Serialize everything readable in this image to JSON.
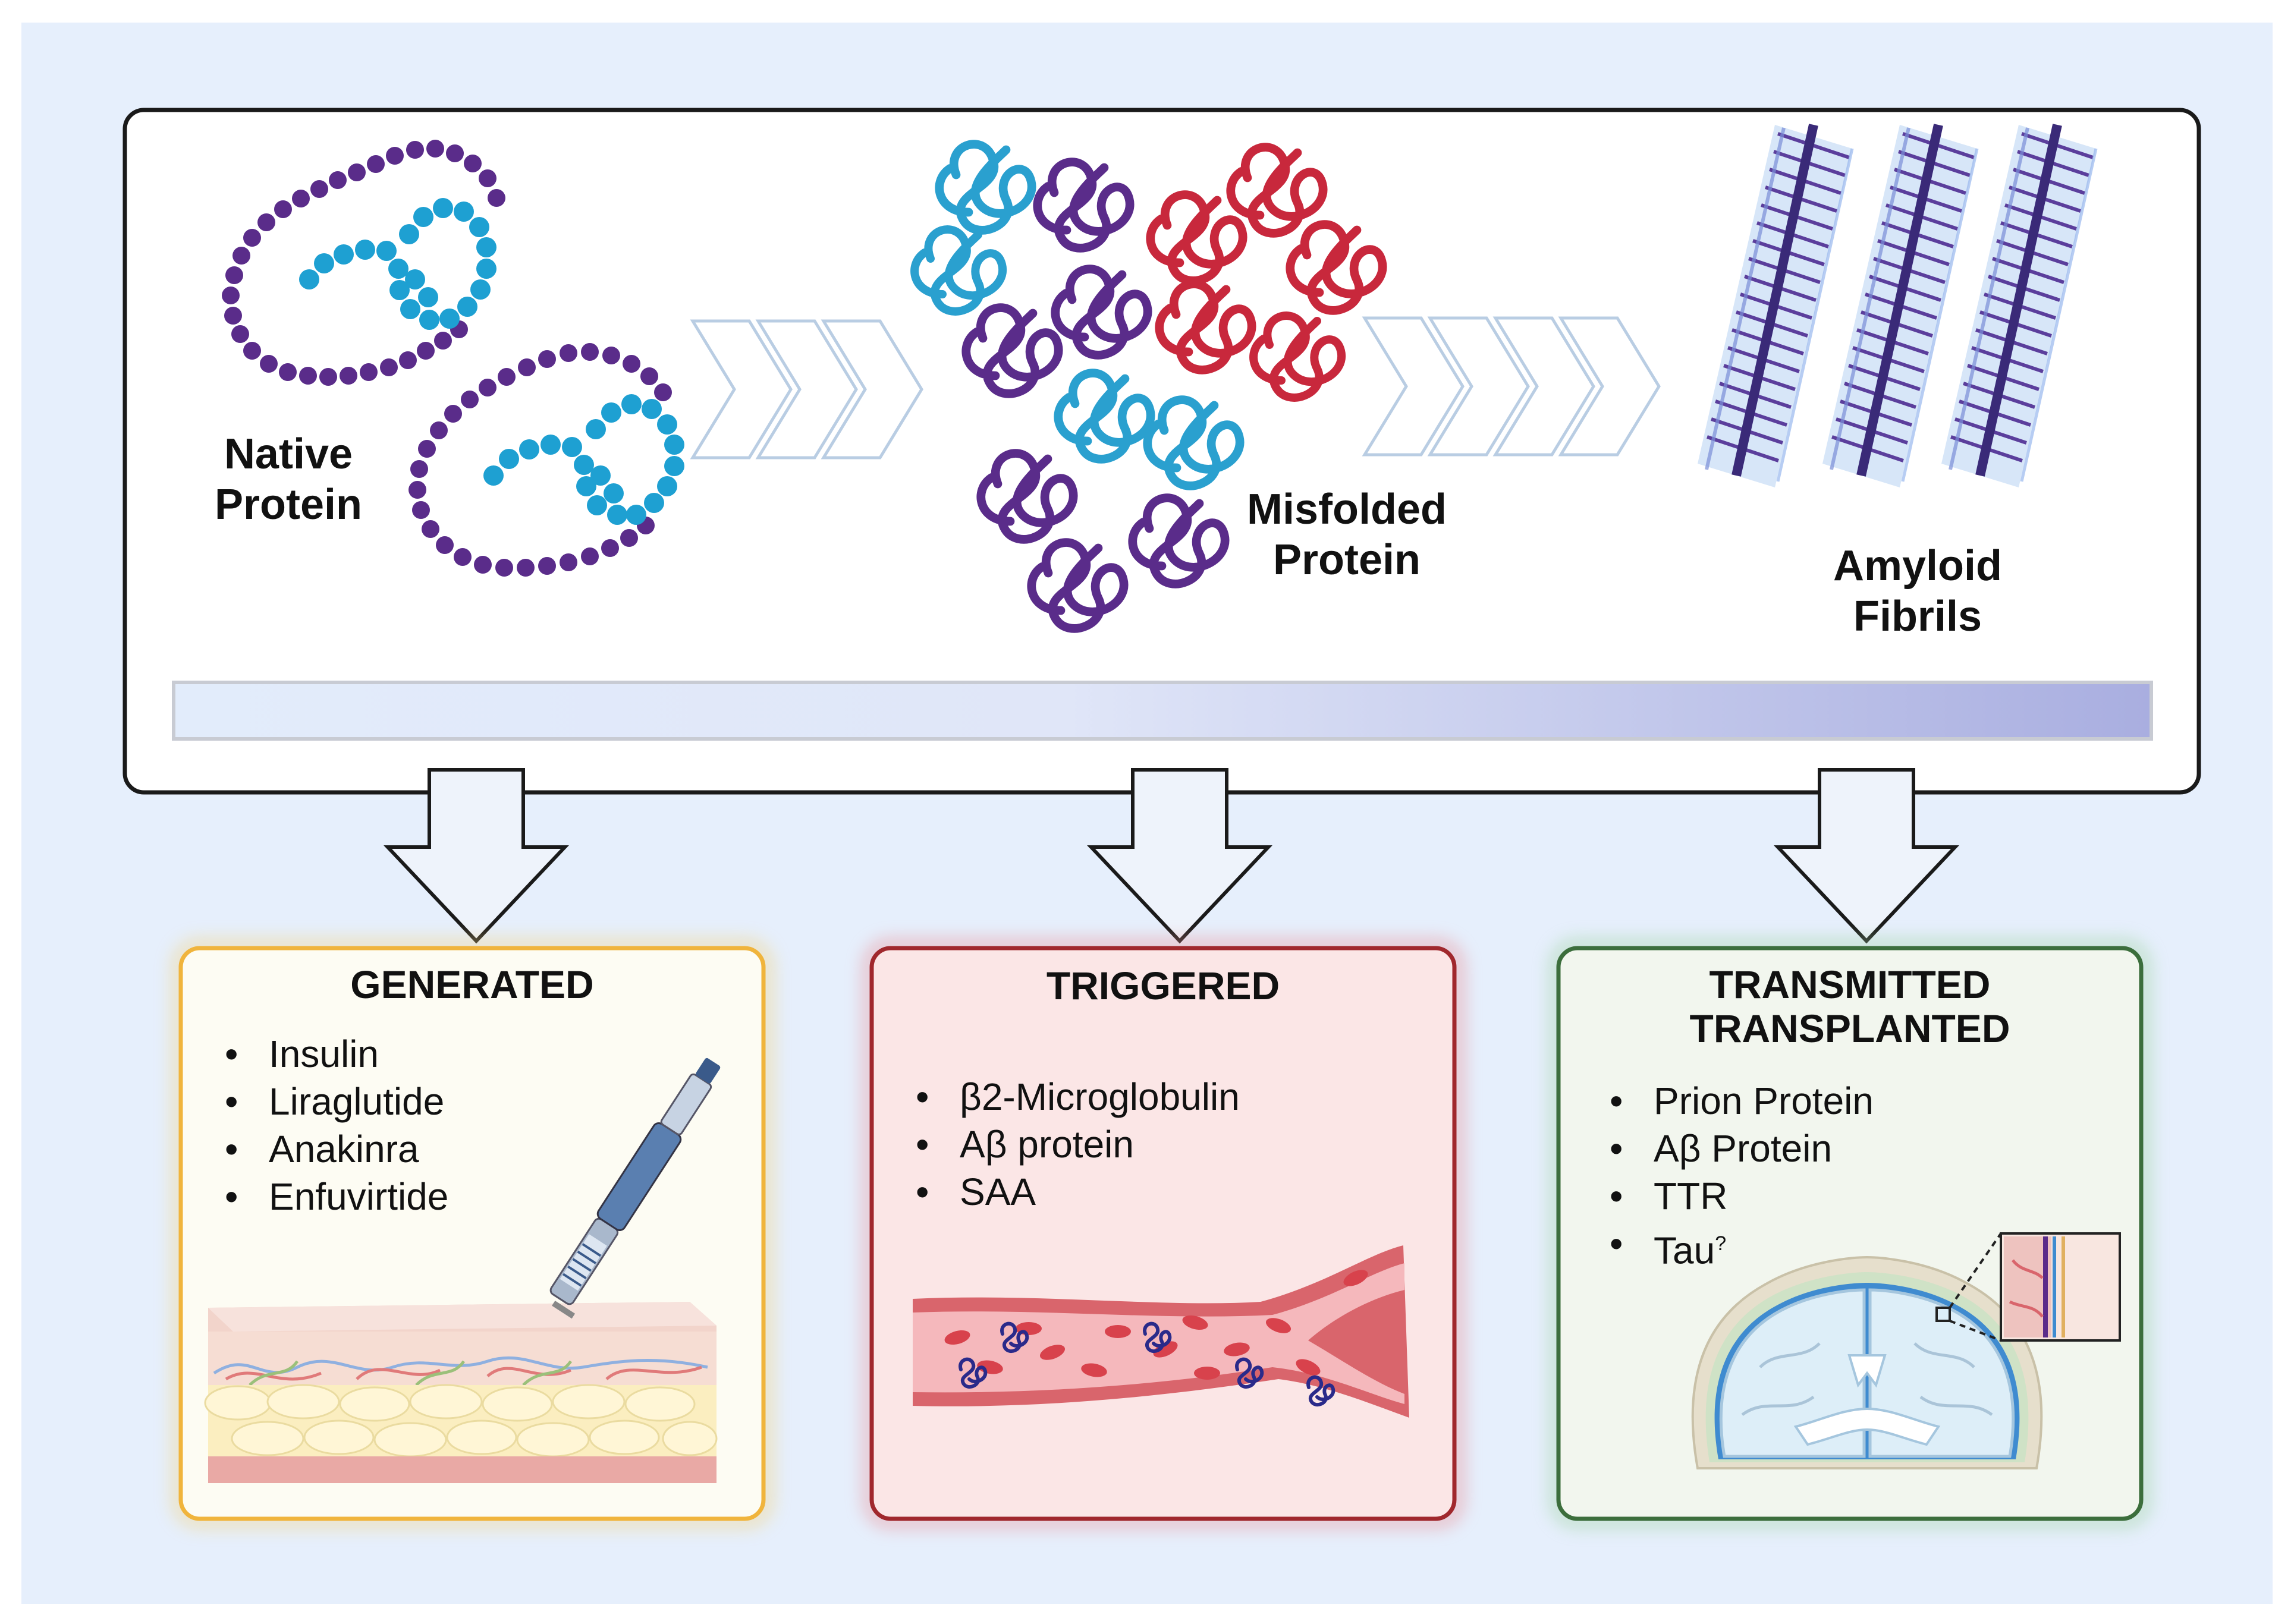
{
  "stages": {
    "native": {
      "line1": "Native",
      "line2": "Protein"
    },
    "misfolded": {
      "line1": "Misfolded",
      "line2": "Protein"
    },
    "fibrils": {
      "line1": "Amyloid",
      "line2": "Fibrils"
    }
  },
  "boxes": {
    "generated": {
      "title": "GENERATED",
      "items": [
        "Insulin",
        "Liraglutide",
        "Anakinra",
        "Enfuvirtide"
      ]
    },
    "triggered": {
      "title": "TRIGGERED",
      "items": [
        "β2-Microglobulin",
        "Aβ protein",
        "SAA"
      ]
    },
    "transmitted": {
      "title_line1": "TRANSMITTED",
      "title_line2": "TRANSPLANTED",
      "items": [
        "Prion Protein",
        "Aβ Protein",
        "TTR",
        "Tau"
      ],
      "tau_superscript": "?"
    }
  },
  "colors": {
    "page_background": "#e6effc",
    "purple_protein": "#5a2c8a",
    "blue_protein": "#1ea0d2",
    "red_protein": "#c8283c",
    "generated_border": "#f0b43c",
    "triggered_border": "#a0282d",
    "transmitted_border": "#3c6e3c"
  }
}
